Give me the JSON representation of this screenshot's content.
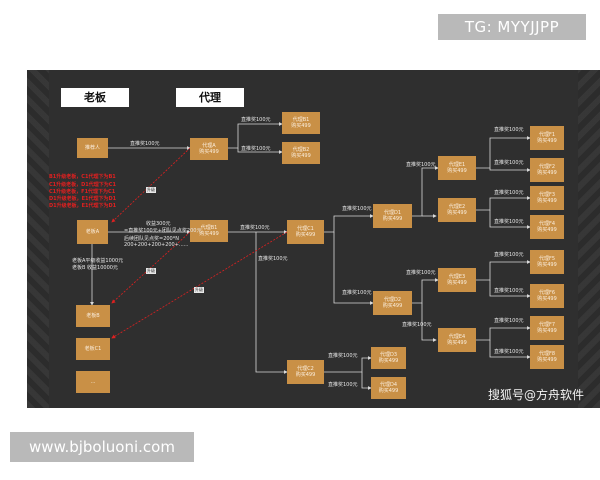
{
  "badges": {
    "top": "TG: MYYJJPP",
    "bottom": "www.bjboluoni.com"
  },
  "watermark": "搜狐号@方舟软件",
  "headers": {
    "boss": "老板",
    "agent": "代理"
  },
  "colors": {
    "node": "#c99046",
    "background": "#2f2f2f",
    "line": "#d9d9d9",
    "arrow": "#e02020"
  },
  "nodes": {
    "rec": "推荐人",
    "bossA": "老板A",
    "bossB": "老板B",
    "bossC": "老板C1",
    "more": "...",
    "a1": [
      "代理A",
      "购买499"
    ],
    "b1": [
      "代理B1",
      "购买499"
    ],
    "b2": [
      "代理B2",
      "购买499"
    ],
    "m1": [
      "代理B1",
      "购买499"
    ],
    "c1": [
      "代理C1",
      "购买499"
    ],
    "c2": [
      "代理C2",
      "购买499"
    ],
    "d1": [
      "代理D1",
      "购买499"
    ],
    "d2": [
      "代理D2",
      "购买499"
    ],
    "d3": [
      "代理D3",
      "购买499"
    ],
    "d4": [
      "代理D4",
      "购买499"
    ],
    "e1": [
      "代理E1",
      "购买499"
    ],
    "e2": [
      "代理E2",
      "购买499"
    ],
    "e3": [
      "代理E3",
      "购买499"
    ],
    "e4": [
      "代理E4",
      "购买499"
    ],
    "f1": [
      "代理F1",
      "购买499"
    ],
    "f2": [
      "代理F2",
      "购买499"
    ],
    "f3": [
      "代理F3",
      "购买499"
    ],
    "f4": [
      "代理F4",
      "购买499"
    ],
    "f5": [
      "代理F5",
      "购买499"
    ],
    "f6": [
      "代理F6",
      "购买499"
    ],
    "f7": [
      "代理F7",
      "购买499"
    ],
    "f8": [
      "代理F8",
      "购买499"
    ]
  },
  "labels": {
    "direct100": "直推奖100元",
    "income": [
      "收益300元",
      "=直推奖100元+团队见点奖200元",
      "后续团队见点奖=200*N",
      "200+200+200+200+......"
    ],
    "bossIncome": [
      "老板A平级收益1000元",
      "老板B    收益10000元"
    ],
    "promote": "升级"
  },
  "redText": [
    "B1升级老板，C1代理下为B1",
    "C1升级老板，D1代理下为C1",
    "C1升级老板，F1代理下为C1",
    "D1升级老板，E1代理下为D1",
    "D1升级老板，E1代理下为D1"
  ]
}
